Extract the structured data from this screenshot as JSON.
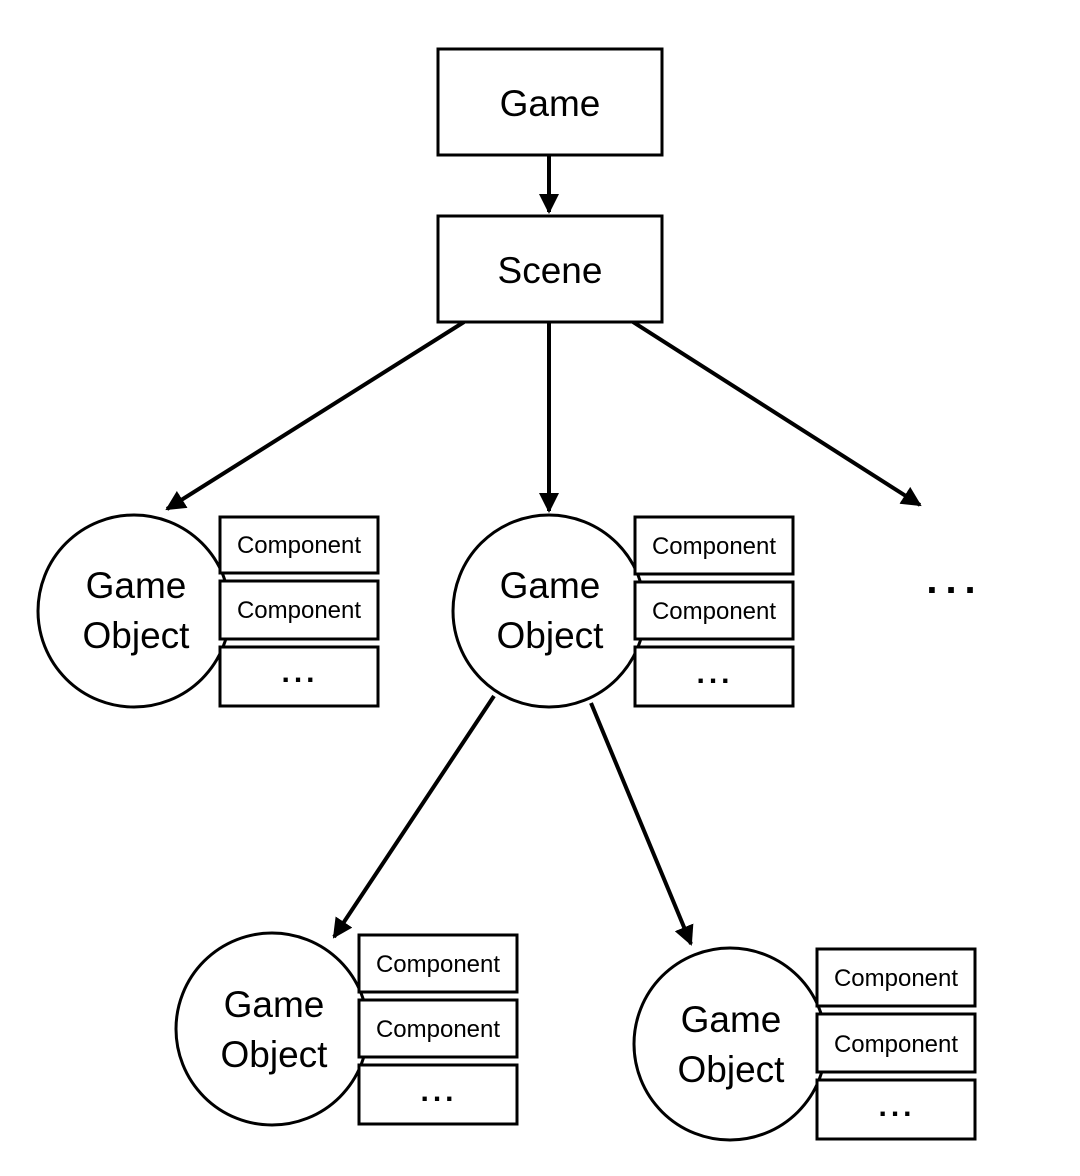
{
  "nodes": {
    "game": {
      "label": "Game"
    },
    "scene": {
      "label": "Scene"
    },
    "game_objects": [
      {
        "title_line1": "Game",
        "title_line2": "Object",
        "components": [
          "Component",
          "Component",
          "..."
        ]
      },
      {
        "title_line1": "Game",
        "title_line2": "Object",
        "components": [
          "Component",
          "Component",
          "..."
        ]
      },
      {
        "title_line1": "Game",
        "title_line2": "Object",
        "components": [
          "Component",
          "Component",
          "..."
        ]
      },
      {
        "title_line1": "Game",
        "title_line2": "Object",
        "components": [
          "Component",
          "Component",
          "..."
        ]
      }
    ],
    "more_siblings": "..."
  },
  "edges": [
    {
      "from": "Game",
      "to": "Scene"
    },
    {
      "from": "Scene",
      "to": "Game Object 1"
    },
    {
      "from": "Scene",
      "to": "Game Object 2"
    },
    {
      "from": "Scene",
      "to": "more game objects"
    },
    {
      "from": "Game Object 2",
      "to": "Game Object 3"
    },
    {
      "from": "Game Object 2",
      "to": "Game Object 4"
    }
  ],
  "colors": {
    "stroke": "#000000",
    "fill": "#ffffff",
    "text": "#000000"
  }
}
